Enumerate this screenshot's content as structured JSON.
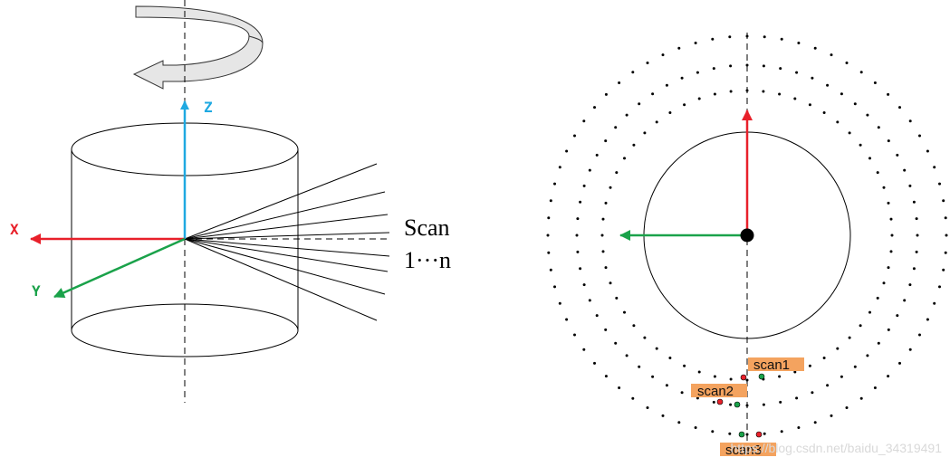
{
  "left_figure": {
    "axis_z_label": "Z",
    "axis_x_label": "X",
    "axis_y_label": "Y",
    "scan_label_line1": "Scan",
    "scan_label_line2": "1···n",
    "colors": {
      "z_axis": "#1fa9e1",
      "x_axis": "#e8202a",
      "y_axis": "#1aa24a",
      "line": "#000000"
    },
    "rotation_arrow_icon": "curved-rotation-arrow"
  },
  "right_figure": {
    "scan_tags": [
      "scan1",
      "scan2",
      "scan3"
    ],
    "colors": {
      "tag_fill": "#f4a35f",
      "up_arrow": "#e8202a",
      "left_arrow": "#1aa24a",
      "red_point": "#e8202a",
      "green_point": "#1aa24a"
    }
  },
  "watermark": "https://blog.csdn.net/baidu_34319491"
}
